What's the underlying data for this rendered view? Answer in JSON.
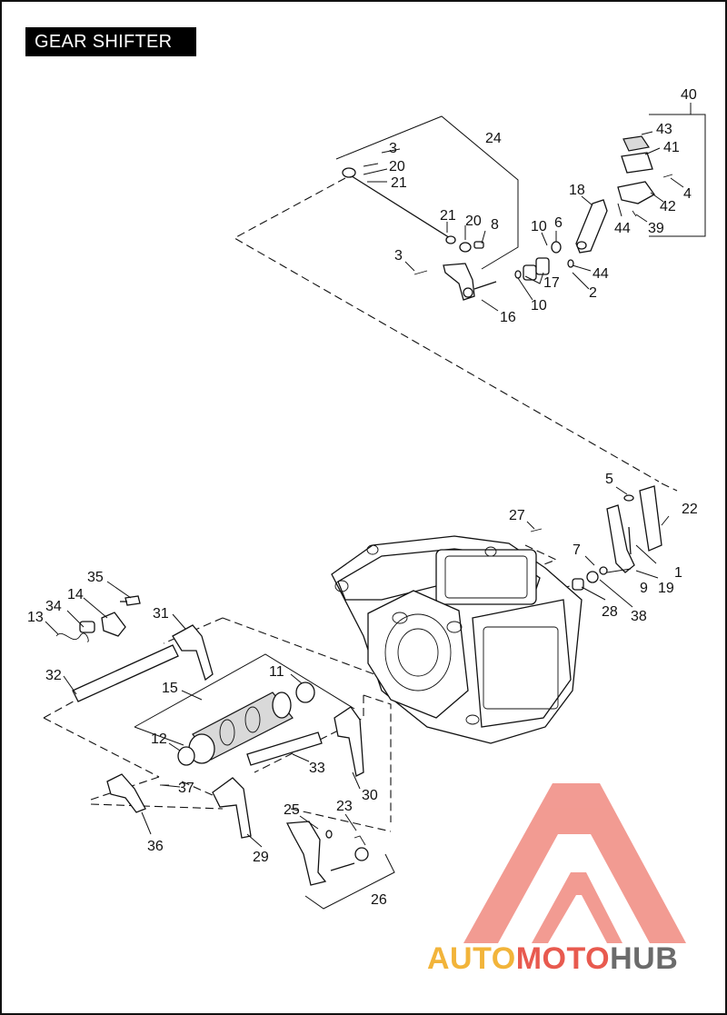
{
  "title": "GEAR SHIFTER",
  "watermark": {
    "part1": "AUTO",
    "part2": "MOTO",
    "part3": "HUB"
  },
  "colors": {
    "watermark_red": "#e85a4f",
    "watermark_yellow": "#f2b43a",
    "watermark_gray": "#6b6b6b",
    "line": "#111111"
  },
  "callouts": [
    "40",
    "43",
    "41",
    "4",
    "42",
    "44",
    "39",
    "18",
    "6",
    "10",
    "44",
    "2",
    "17",
    "10",
    "24",
    "3",
    "20",
    "21",
    "21",
    "20",
    "8",
    "3",
    "16",
    "5",
    "22",
    "27",
    "7",
    "1",
    "9",
    "19",
    "28",
    "38",
    "35",
    "34",
    "14",
    "13",
    "31",
    "32",
    "15",
    "11",
    "12",
    "33",
    "37",
    "30",
    "36",
    "25",
    "23",
    "29",
    "26"
  ]
}
